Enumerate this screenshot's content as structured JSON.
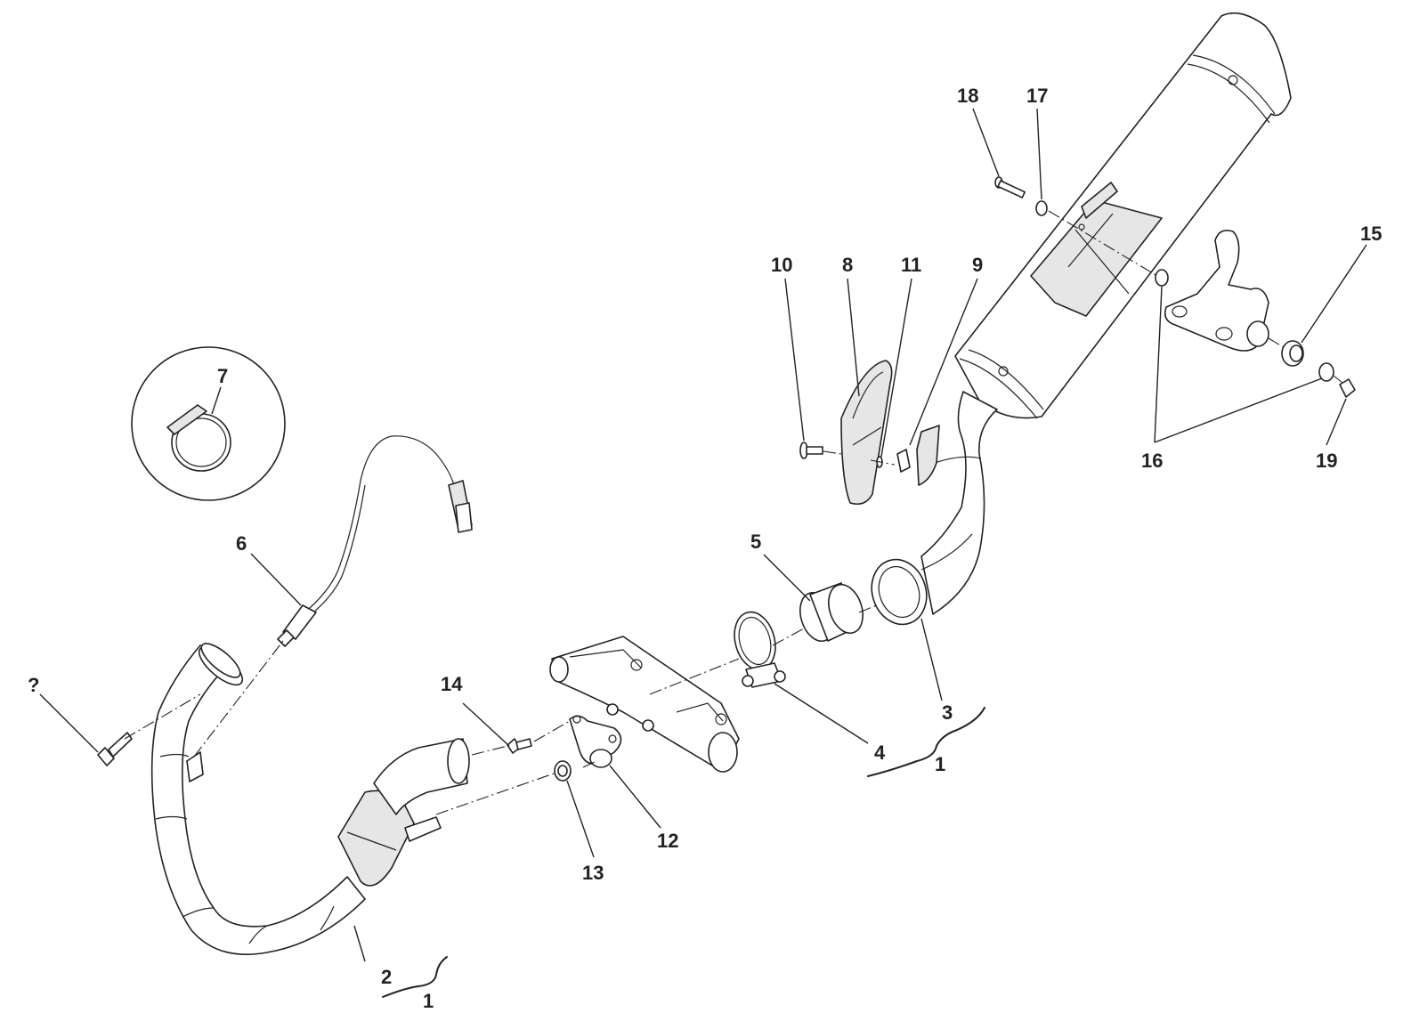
{
  "callouts": {
    "c_q": "?",
    "c1a": "1",
    "c1b": "1",
    "c2": "2",
    "c3": "3",
    "c4": "4",
    "c5": "5",
    "c6": "6",
    "c7": "7",
    "c8": "8",
    "c9": "9",
    "c10": "10",
    "c11": "11",
    "c12": "12",
    "c13": "13",
    "c14": "14",
    "c15": "15",
    "c16": "16",
    "c17": "17",
    "c18": "18",
    "c19": "19"
  }
}
